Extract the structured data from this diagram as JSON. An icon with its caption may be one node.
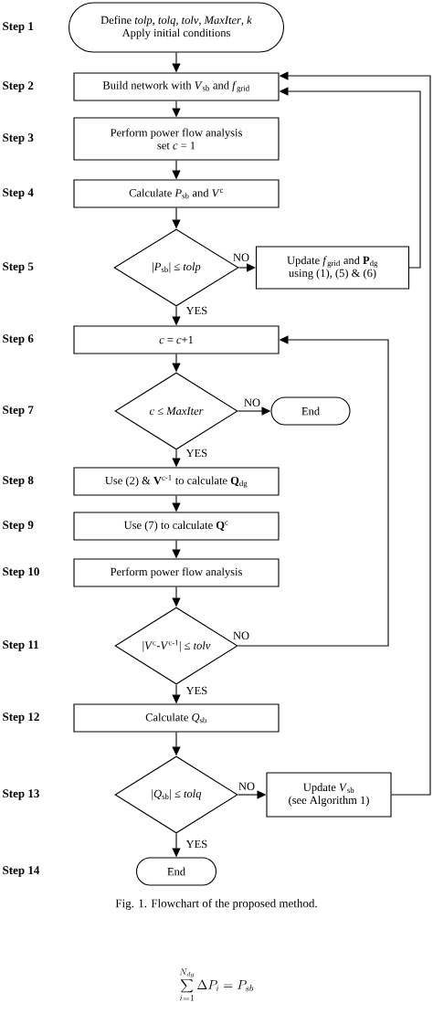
{
  "diagram": {
    "caption": "Fig. 1.  Flowchart of the proposed method.",
    "nodes": [
      {
        "text": [
          "Define *tolp*, *tolq*, *tolv*, *MaxIter*, *k*",
          "Apply initial conditions"
        ],
        "beside": [
          "Step 1"
        ]
      },
      {
        "text": [
          "Build network with *V*$_{sb}$ and *f*$_{grid}$"
        ],
        "beside": [
          "Step 2"
        ]
      },
      {
        "text": [
          "Perform power flow analysis",
          "set *c* = 1"
        ],
        "beside": [
          "Step 3"
        ]
      },
      {
        "text": [
          "Calculate *P*$_{sb}$ and *V*$^{c}$"
        ],
        "beside": [
          "Step 4"
        ]
      },
      {
        "text": [
          "|*P*$_{sb}$| ≤ *tolp*"
        ]
      },
      {
        "text": [
          "Update *f*$_{grid}$ and **P**$_{dg}$",
          "using (1), (5) & (6)"
        ]
      },
      {
        "text": [
          "*c* = *c*+1"
        ],
        "beside": [
          "Step 6"
        ]
      },
      {
        "text": [
          "*c* ≤ *MaxIter*"
        ]
      },
      {
        "text": [
          "End"
        ]
      },
      {
        "text": [
          "Use (2) & **V**$^{c-1}$ to calculate **Q**$_{dg}$"
        ],
        "beside": [
          "Step 8"
        ]
      },
      {
        "text": [
          "Use (7) to calculate **Q**$^{c}$"
        ],
        "beside": [
          "Step 9"
        ]
      },
      {
        "text": [
          "Perform power flow analysis"
        ],
        "beside": [
          "Step 10"
        ]
      },
      {
        "text": [
          "|*V*$^{c}$-*V*$^{c-1}$| ≤ *tolv*"
        ]
      },
      {
        "text": [
          "Calculate *Q*$_{sb}$"
        ],
        "beside": [
          "Step 12"
        ]
      },
      {
        "text": [
          "|*Q*$_{sb}$| ≤ *tolq*"
        ]
      },
      {
        "text": [
          "Update *V*$_{sb}$",
          "(see Algorithm 1)"
        ]
      },
      {
        "text": [
          "End"
        ]
      }
    ],
    "edges": [
      {
        "from": 0,
        "to": 1,
        "arrow": "to"
      },
      {
        "from": 1,
        "to": 2,
        "arrow": "to"
      },
      {
        "from": 2,
        "to": 3,
        "arrow": "to"
      },
      {
        "from": 3,
        "to": 4,
        "arrow": "to"
      },
      {
        "from": 4,
        "to": 5,
        "arrow": "to",
        "label": "NO"
      },
      {
        "from": 5,
        "to": 1,
        "arrow": "to"
      },
      {
        "from": 4,
        "to": 6,
        "arrow": "to",
        "label": "YES"
      },
      {
        "from": 6,
        "to": 7,
        "arrow": "to"
      },
      {
        "from": 7,
        "to": 8,
        "arrow": "to",
        "label": "NO"
      },
      {
        "from": 7,
        "to": 9,
        "arrow": "to",
        "label": "YES"
      },
      {
        "from": 9,
        "to": 10,
        "arrow": "to"
      },
      {
        "from": 10,
        "to": 11,
        "arrow": "to"
      },
      {
        "from": 11,
        "to": 12,
        "arrow": "to"
      },
      {
        "from": 12,
        "to": 6,
        "arrow": "to",
        "label": "NO"
      },
      {
        "from": 12,
        "to": 13,
        "arrow": "to",
        "label": "YES"
      },
      {
        "from": 13,
        "to": 14,
        "arrow": "to"
      },
      {
        "from": 14,
        "to": 15,
        "arrow": "to",
        "label": "NO"
      },
      {
        "from": 15,
        "to": 1,
        "arrow": "to"
      },
      {
        "from": 14,
        "to": 16,
        "arrow": "to",
        "label": "YES"
      }
    ],
    "labels": [
      "Step 5",
      "Step 7",
      "Step 11",
      "Step 13",
      "Step 14",
      "\\sum_{i=1}^{N_{dg}} \\Delta P_i = P_{sb}"
    ]
  }
}
